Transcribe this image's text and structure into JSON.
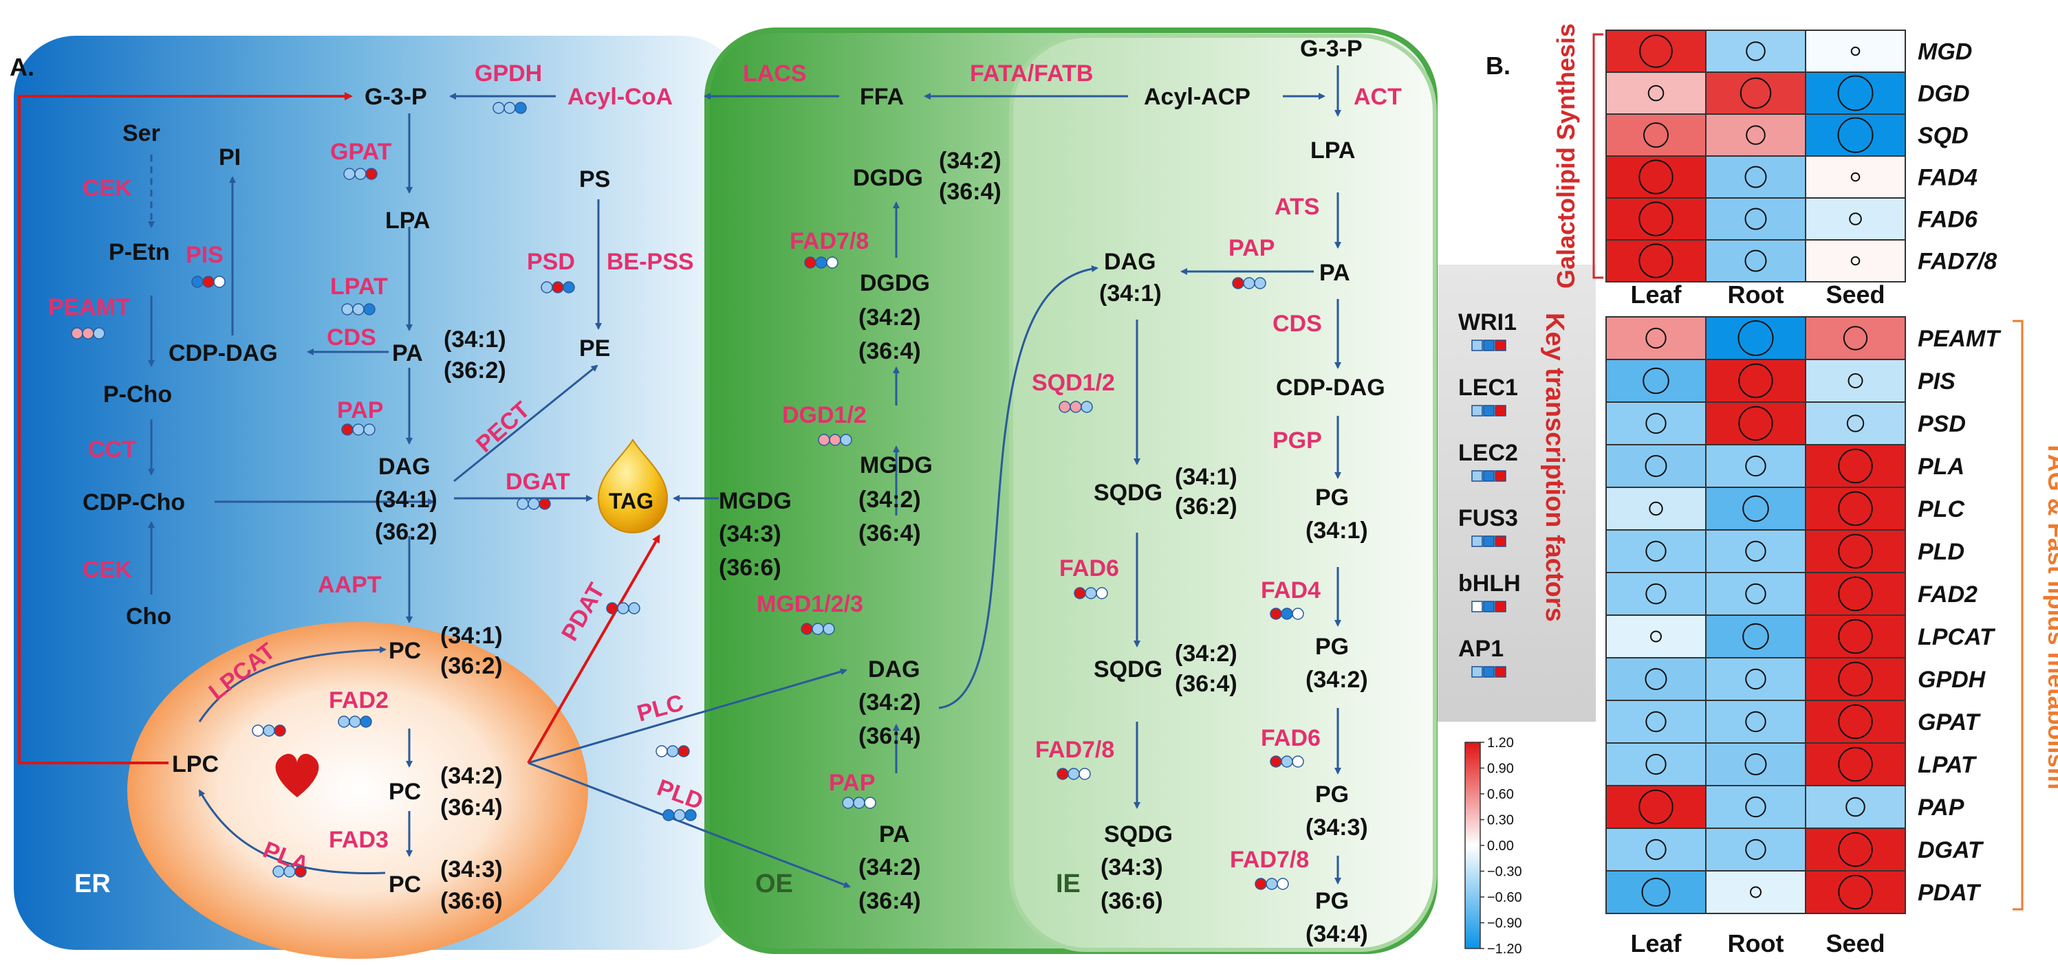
{
  "panel_a": {
    "label": "A.",
    "regions": {
      "er": "ER",
      "oe": "OE",
      "ie": "IE"
    }
  },
  "panel_b": {
    "label": "B."
  },
  "metabolites": {
    "g3p_er": "G-3-P",
    "acyl_coa": "Acyl-CoA",
    "ffa": "FFA",
    "acyl_acp": "Acyl-ACP",
    "g3p_plastid": "G-3-P",
    "ser": "Ser",
    "p_etn": "P-Etn",
    "p_cho": "P-Cho",
    "cdp_cho": "CDP-Cho",
    "cho": "Cho",
    "pi": "PI",
    "cdp_dag_er": "CDP-DAG",
    "lpa_er": "LPA",
    "pa_er": "PA",
    "pa_er_species": [
      "(34:1)",
      "(36:2)"
    ],
    "dag_er": "DAG",
    "dag_er_species": [
      "(34:1)",
      "(36:2)"
    ],
    "ps": "PS",
    "pe": "PE",
    "tag": "TAG",
    "pc1": "PC",
    "pc1_species": [
      "(34:1)",
      "(36:2)"
    ],
    "pc2": "PC",
    "pc2_species": [
      "(34:2)",
      "(36:4)"
    ],
    "pc3": "PC",
    "pc3_species": [
      "(34:3)",
      "(36:6)"
    ],
    "lpc": "LPC",
    "dgdg1": "DGDG",
    "dgdg1_species": [
      "(34:2)",
      "(36:4)"
    ],
    "dgdg2": "DGDG",
    "dgdg2_species": [
      "(34:2)",
      "(36:4)"
    ],
    "mgdg_left": "MGDG",
    "mgdg_left_species": [
      "(34:3)",
      "(36:6)"
    ],
    "mgdg_mid": "MGDG",
    "mgdg_mid_species": [
      "(34:2)",
      "(36:4)"
    ],
    "dag_oe": "DAG",
    "dag_oe_species": [
      "(34:2)",
      "(36:4)"
    ],
    "pa_oe": "PA",
    "pa_oe_species": [
      "(34:2)",
      "(36:4)"
    ],
    "dag_ie": "DAG",
    "dag_ie_species": [
      "(34:1)"
    ],
    "sqdg1": "SQDG",
    "sqdg1_species": [
      "(34:1)",
      "(36:2)"
    ],
    "sqdg2": "SQDG",
    "sqdg2_species": [
      "(34:2)",
      "(36:4)"
    ],
    "sqdg3": "SQDG",
    "sqdg3_species": [
      "(34:3)",
      "(36:6)"
    ],
    "lpa_ie": "LPA",
    "pa_ie": "PA",
    "cdp_dag_ie": "CDP-DAG",
    "pg1": "PG",
    "pg1_species": [
      "(34:1)"
    ],
    "pg2": "PG",
    "pg2_species": [
      "(34:2)"
    ],
    "pg3": "PG",
    "pg3_species": [
      "(34:3)"
    ],
    "pg4": "PG",
    "pg4_species": [
      "(34:4)"
    ]
  },
  "enzymes": {
    "gpdh": "GPDH",
    "lacs": "LACS",
    "fata_fatb": "FATA/FATB",
    "act": "ACT",
    "gpat": "GPAT",
    "cek1": "CEK",
    "cek2": "CEK",
    "pis": "PIS",
    "peamt": "PEAMT",
    "cct": "CCT",
    "psd": "PSD",
    "be_pss": "BE-PSS",
    "lpat": "LPAT",
    "cds_er": "CDS",
    "pap_er": "PAP",
    "pect": "PECT",
    "dgat": "DGAT",
    "aapt": "AAPT",
    "pdat": "PDAT",
    "lpcat": "LPCAT",
    "fad2": "FAD2",
    "fad3": "FAD3",
    "pla": "PLA",
    "plc": "PLC",
    "pld": "PLD",
    "fad78_oe": "FAD7/8",
    "dgd12": "DGD1/2",
    "mgd123": "MGD1/2/3",
    "pap_oe": "PAP",
    "sqd12": "SQD1/2",
    "fad6_ie": "FAD6",
    "fad78_ie1": "FAD7/8",
    "ats": "ATS",
    "pap_ie": "PAP",
    "cds_ie": "CDS",
    "pgp": "PGP",
    "fad4_ie": "FAD4",
    "fad6_ie2": "FAD6",
    "fad78_ie2": "FAD7/8"
  },
  "transcription_factors": {
    "title": "Key transcription factors",
    "items": [
      "WRI1",
      "LEC1",
      "LEC2",
      "FUS3",
      "bHLH",
      "AP1"
    ]
  },
  "heatmap": {
    "columns": [
      "Leaf",
      "Root",
      "Seed"
    ],
    "groups": [
      {
        "label": "Galactolipid Synthesis",
        "color": "#d42a2a",
        "genes": [
          {
            "gene": "MGD",
            "values": [
              1.1,
              -0.5,
              -0.05
            ]
          },
          {
            "gene": "DGD",
            "values": [
              0.35,
              1.0,
              -1.2
            ]
          },
          {
            "gene": "SQD",
            "values": [
              0.75,
              0.5,
              -1.2
            ]
          },
          {
            "gene": "FAD4",
            "values": [
              1.15,
              -0.6,
              0.05
            ]
          },
          {
            "gene": "FAD6",
            "values": [
              1.15,
              -0.6,
              -0.2
            ]
          },
          {
            "gene": "FAD7/8",
            "values": [
              1.15,
              -0.6,
              0.05
            ]
          }
        ]
      },
      {
        "label": "TAG & Fast lipids metabolism",
        "color": "#ef7a2e",
        "genes": [
          {
            "gene": "PEAMT",
            "values": [
              0.55,
              -1.2,
              0.7
            ]
          },
          {
            "gene": "PIS",
            "values": [
              -0.8,
              1.15,
              -0.3
            ]
          },
          {
            "gene": "PSD",
            "values": [
              -0.55,
              1.15,
              -0.4
            ]
          },
          {
            "gene": "PLA",
            "values": [
              -0.6,
              -0.55,
              1.15
            ]
          },
          {
            "gene": "PLC",
            "values": [
              -0.25,
              -0.8,
              1.15
            ]
          },
          {
            "gene": "PLD",
            "values": [
              -0.55,
              -0.55,
              1.15
            ]
          },
          {
            "gene": "FAD2",
            "values": [
              -0.55,
              -0.55,
              1.15
            ]
          },
          {
            "gene": "LPCAT",
            "values": [
              -0.15,
              -0.8,
              1.15
            ]
          },
          {
            "gene": "GPDH",
            "values": [
              -0.6,
              -0.55,
              1.15
            ]
          },
          {
            "gene": "GPAT",
            "values": [
              -0.55,
              -0.55,
              1.15
            ]
          },
          {
            "gene": "LPAT",
            "values": [
              -0.55,
              -0.6,
              1.15
            ]
          },
          {
            "gene": "PAP",
            "values": [
              1.15,
              -0.55,
              -0.5
            ]
          },
          {
            "gene": "DGAT",
            "values": [
              -0.55,
              -0.55,
              1.15
            ]
          },
          {
            "gene": "PDAT",
            "values": [
              -0.9,
              -0.15,
              1.15
            ]
          }
        ]
      }
    ],
    "colorbar": {
      "min": -1.2,
      "max": 1.2,
      "ticks": [
        "1.20",
        "0.90",
        "0.60",
        "0.30",
        "0.00",
        "−0.30",
        "−0.60",
        "−0.90",
        "−1.20"
      ]
    }
  },
  "colors": {
    "up": "#e01414",
    "down": "#0a93e6",
    "enzyme": "#e4306d",
    "arrow": "#2a5a9c",
    "red_arrow": "#e01414"
  }
}
